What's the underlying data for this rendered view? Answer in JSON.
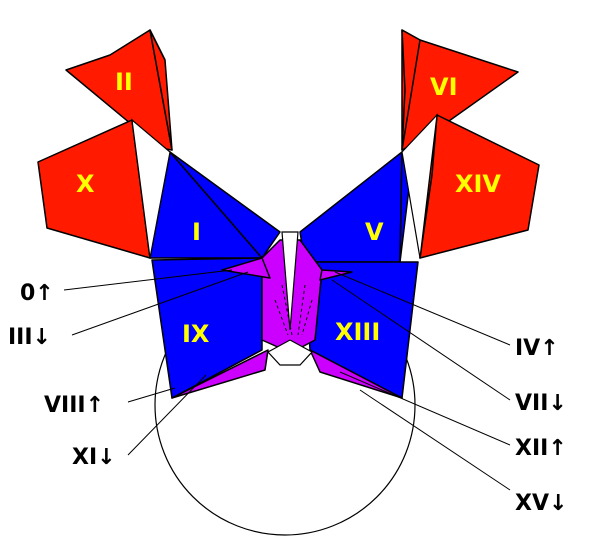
{
  "colors": {
    "red": "#ff1a00",
    "blue": "#0000ff",
    "magenta": "#cc00ff",
    "label_yellow": "#ffff00",
    "outline": "#000000"
  },
  "panels": {
    "I": "I",
    "II": "II",
    "V": "V",
    "VI": "VI",
    "IX": "IX",
    "X": "X",
    "XIII": "XIII",
    "XIV": "XIV"
  },
  "callouts": {
    "c0": "0↑",
    "c3": "III↓",
    "c8": "VIII↑",
    "c11": "XI↓",
    "c4": "IV↑",
    "c7": "VII↓",
    "c12": "XII↑",
    "c15": "XV↓"
  }
}
